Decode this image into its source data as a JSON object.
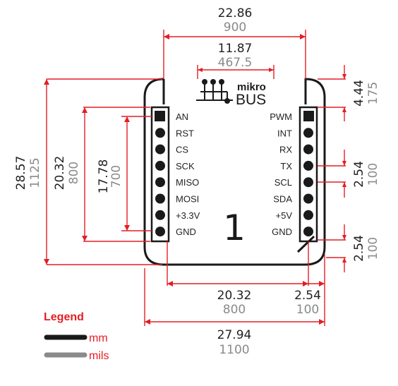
{
  "dimensions": {
    "top_width": {
      "mm": "22.86",
      "mils": "900"
    },
    "header_pitch": {
      "mm": "11.87",
      "mils": "467.5"
    },
    "corner_offset": {
      "mm": "4.44",
      "mils": "175"
    },
    "pin_pitch_right": {
      "mm": "2.54",
      "mils": "100"
    },
    "bottom_pitch_right": {
      "mm": "2.54",
      "mils": "100"
    },
    "total_height": {
      "mm": "28.57",
      "mils": "1125"
    },
    "header_length": {
      "mm": "20.32",
      "mils": "800"
    },
    "pins_span": {
      "mm": "17.78",
      "mils": "700"
    },
    "inner_width": {
      "mm": "20.32",
      "mils": "800"
    },
    "edge_offset": {
      "mm": "2.54",
      "mils": "100"
    },
    "total_width": {
      "mm": "27.94",
      "mils": "1100"
    }
  },
  "logo": {
    "top": "mikro",
    "bottom": "BUS"
  },
  "board_number": "1",
  "left_pins": [
    "AN",
    "RST",
    "CS",
    "SCK",
    "MISO",
    "MOSI",
    "+3.3V",
    "GND"
  ],
  "right_pins": [
    "PWM",
    "INT",
    "RX",
    "TX",
    "SCL",
    "SDA",
    "+5V",
    "GND"
  ],
  "legend": {
    "title": "Legend",
    "items": [
      {
        "label": "mm",
        "color": "#1a1a1a"
      },
      {
        "label": "mils",
        "color": "#8a8a8a"
      }
    ]
  },
  "colors": {
    "dimension": "#e31e24",
    "outline": "#1a1a1a",
    "mils_text": "#8a8a8a"
  }
}
